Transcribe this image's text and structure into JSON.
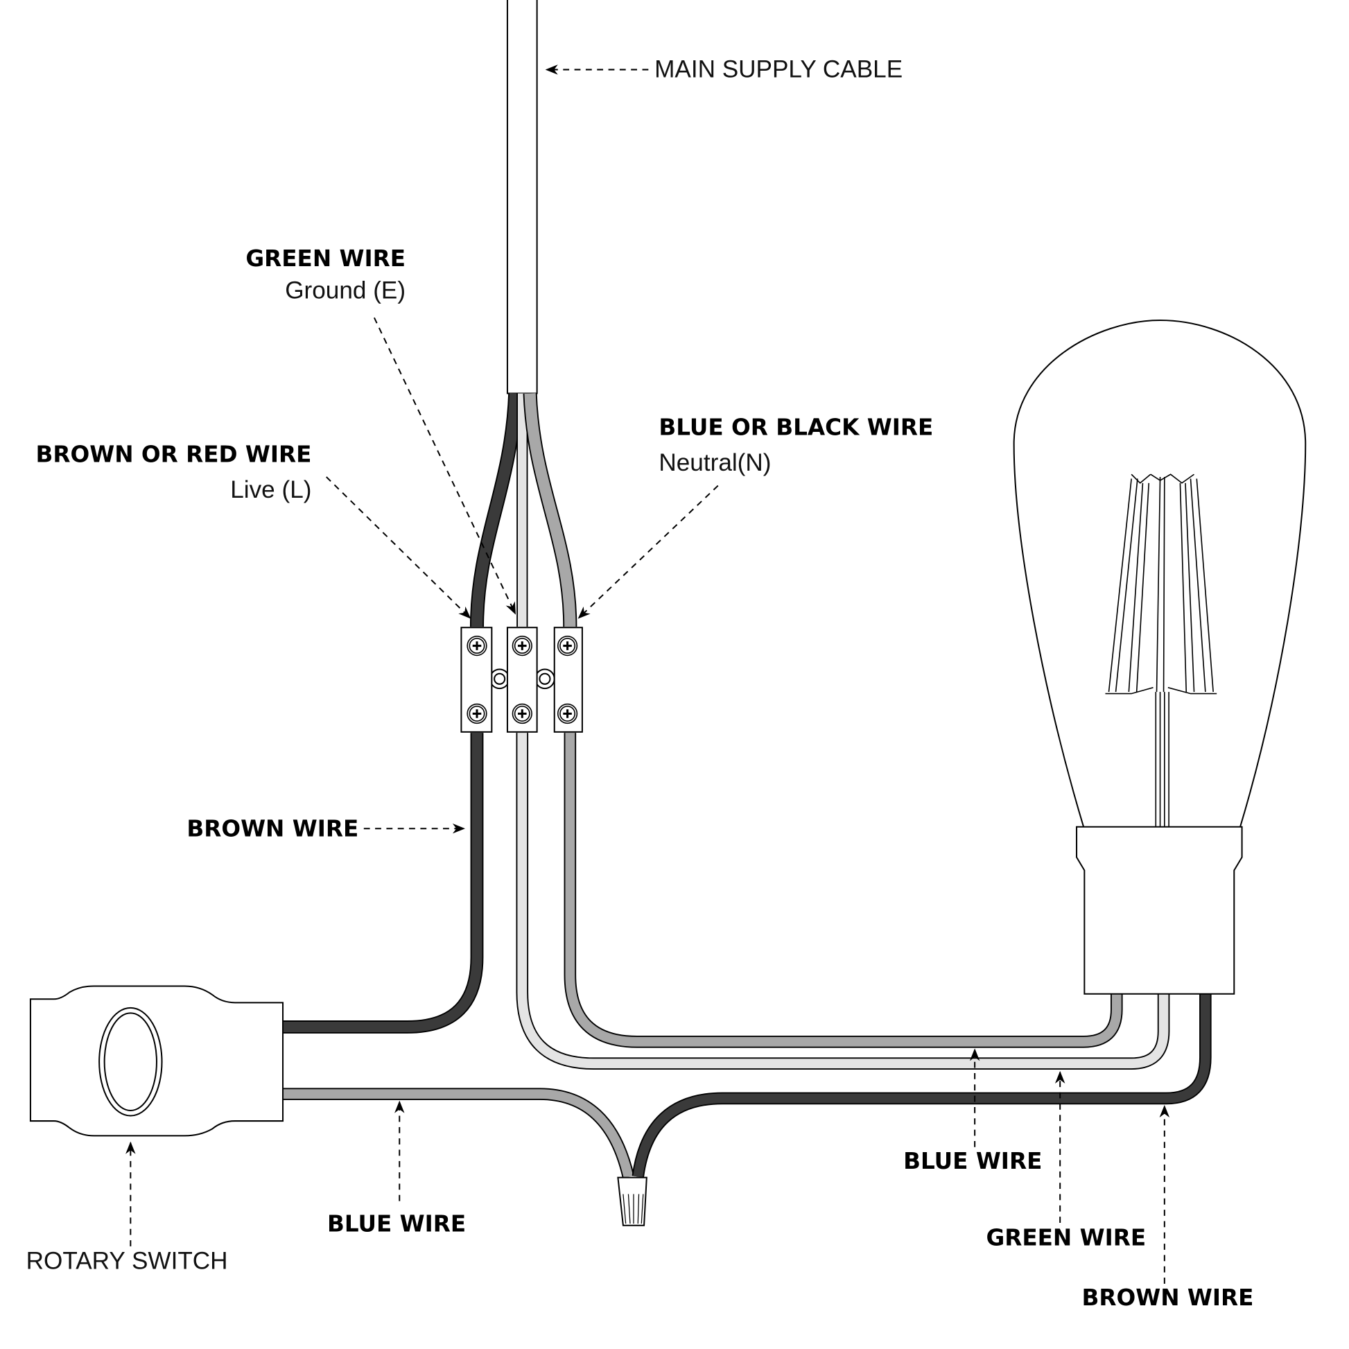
{
  "labels": {
    "main_supply": "MAIN SUPPLY CABLE",
    "green_wire_title": "GREEN WIRE",
    "green_wire_sub": "Ground (E)",
    "live_title": "BROWN OR RED WIRE",
    "live_sub": "Live (L)",
    "neutral_title": "BLUE OR BLACK WIRE",
    "neutral_sub": "Neutral(N)",
    "brown_wire_mid": "BROWN WIRE",
    "blue_wire_left": "BLUE WIRE",
    "rotary_switch": "ROTARY SWITCH",
    "blue_wire_right": "BLUE WIRE",
    "green_wire_right": "GREEN WIRE",
    "brown_wire_right": "BROWN WIRE"
  },
  "colors": {
    "live": "#3a3a3a",
    "ground": "#e4e4e4",
    "neutral": "#a8a8a8"
  }
}
